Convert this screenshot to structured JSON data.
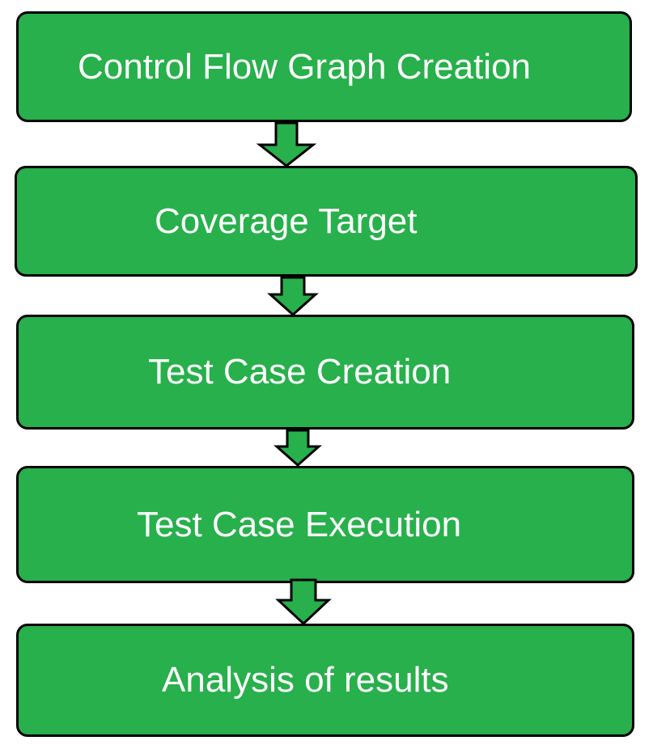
{
  "diagram": {
    "colors": {
      "box_fill": "#27b04b",
      "box_border": "#000000",
      "text": "#ffffff",
      "background": "#ffffff"
    },
    "steps": [
      {
        "label": "Control Flow Graph Creation"
      },
      {
        "label": "Coverage Target"
      },
      {
        "label": "Test Case Creation"
      },
      {
        "label": "Test Case Execution"
      },
      {
        "label": "Analysis of results"
      }
    ],
    "connectors": [
      {
        "from": "Control Flow Graph Creation",
        "to": "Coverage Target",
        "icon": "down-arrow-icon"
      },
      {
        "from": "Coverage Target",
        "to": "Test Case Creation",
        "icon": "down-arrow-icon"
      },
      {
        "from": "Test Case Creation",
        "to": "Test Case Execution",
        "icon": "down-arrow-icon"
      },
      {
        "from": "Test Case Execution",
        "to": "Analysis of results",
        "icon": "down-arrow-icon"
      }
    ]
  }
}
